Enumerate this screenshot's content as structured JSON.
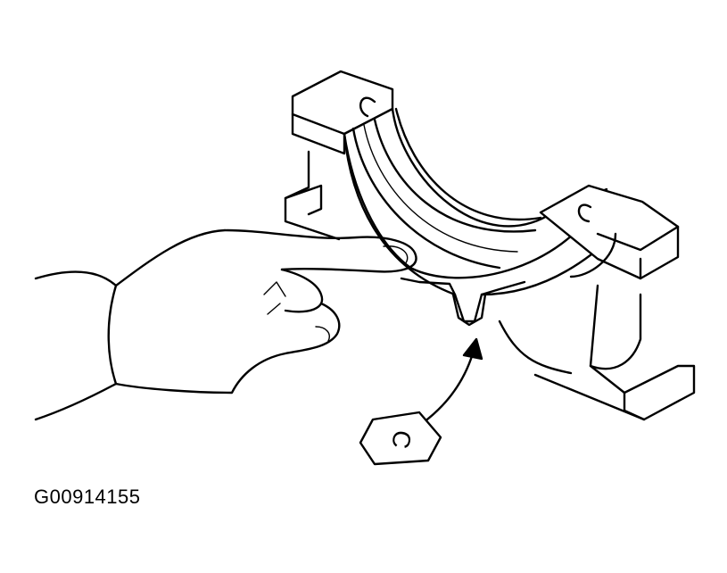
{
  "figure": {
    "id": "G00914155",
    "bearing_mark": "C",
    "callout_tag": "C"
  }
}
